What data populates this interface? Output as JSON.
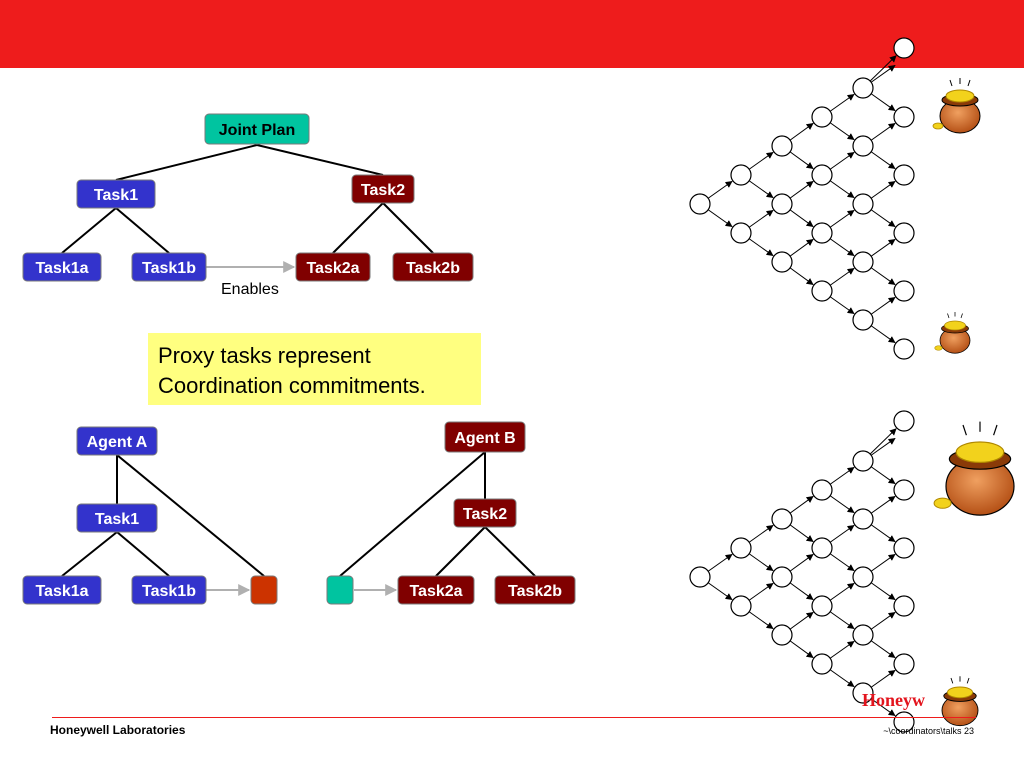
{
  "top_plan": {
    "root": "Joint Plan",
    "task1": "Task1",
    "task2": "Task2",
    "task1a": "Task1a",
    "task1b": "Task1b",
    "task2a": "Task2a",
    "task2b": "Task2b",
    "enables_label": "Enables"
  },
  "note": {
    "line1": "Proxy tasks represent",
    "line2": "Coordination commitments."
  },
  "agents": {
    "agent_a": "Agent A",
    "agent_b": "Agent B",
    "a_task1": "Task1",
    "a_task1a": "Task1a",
    "a_task1b": "Task1b",
    "b_task2": "Task2",
    "b_task2a": "Task2a",
    "b_task2b": "Task2b"
  },
  "footer": {
    "left": "Honeywell Laboratories",
    "right": "~\\coordinators\\talks 23",
    "logo": "Honeyw"
  },
  "colors": {
    "header_red": "#ee1c1c",
    "agent_a_blue": "#3333cc",
    "agent_b_maroon": "#800000",
    "proxy_teal": "#00c4a0",
    "proxy_orange": "#cc3300",
    "note_yellow": "#ffff80"
  },
  "icons": [
    "pot-of-gold-icon",
    "honeywell-logo"
  ]
}
